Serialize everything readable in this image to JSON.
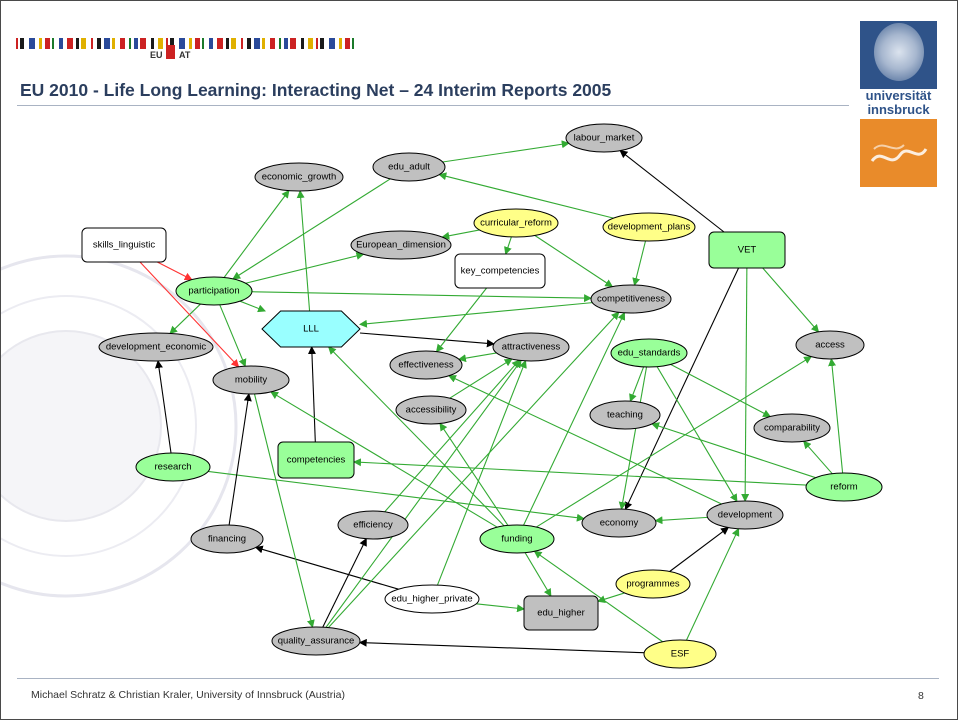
{
  "header": {
    "eu_label": "EU",
    "at_label": "AT",
    "title": "EU 2010 - Life Long Learning: Interacting Net – 24 Interim Reports 2005",
    "logo_text_line1": "universität",
    "logo_text_line2": "innsbruck"
  },
  "footer": {
    "author": "Michael Schratz & Christian Kraler, University of Innsbruck (Austria)",
    "page": "8"
  },
  "colors": {
    "gray_node": "#c0c0c0",
    "green_node": "#99ff99",
    "yellow_node": "#ffff88",
    "white_node": "#ffffff",
    "cyan_node": "#99ffff",
    "green_edge": "#33aa33",
    "black_edge": "#000000",
    "red_edge": "#ff3333",
    "title_color": "#2b3e5e"
  },
  "nodes": [
    {
      "id": "labour_market",
      "label": "labour_market",
      "color": "gray",
      "shape": "ellipse"
    },
    {
      "id": "economic_growth",
      "label": "economic_growth",
      "color": "gray",
      "shape": "ellipse"
    },
    {
      "id": "edu_adult",
      "label": "edu_adult",
      "color": "gray",
      "shape": "ellipse"
    },
    {
      "id": "curricular_reform",
      "label": "curricular_reform",
      "color": "yellow",
      "shape": "ellipse"
    },
    {
      "id": "development_plans",
      "label": "development_plans",
      "color": "yellow",
      "shape": "ellipse"
    },
    {
      "id": "skills_linguistic",
      "label": "skills_linguistic",
      "color": "white",
      "shape": "box"
    },
    {
      "id": "European_dimension",
      "label": "European_dimension",
      "color": "gray",
      "shape": "ellipse"
    },
    {
      "id": "key_competencies",
      "label": "key_competencies",
      "color": "white",
      "shape": "box"
    },
    {
      "id": "VET",
      "label": "VET",
      "color": "green",
      "shape": "box"
    },
    {
      "id": "participation",
      "label": "participation",
      "color": "green",
      "shape": "ellipse"
    },
    {
      "id": "competitiveness",
      "label": "competitiveness",
      "color": "gray",
      "shape": "ellipse"
    },
    {
      "id": "LLL",
      "label": "LLL",
      "color": "cyan",
      "shape": "hexagon"
    },
    {
      "id": "development_economic",
      "label": "development_economic",
      "color": "gray",
      "shape": "ellipse"
    },
    {
      "id": "attractiveness",
      "label": "attractiveness",
      "color": "gray",
      "shape": "ellipse"
    },
    {
      "id": "edu_standards",
      "label": "edu_standards",
      "color": "green",
      "shape": "ellipse"
    },
    {
      "id": "access",
      "label": "access",
      "color": "gray",
      "shape": "ellipse"
    },
    {
      "id": "effectiveness",
      "label": "effectiveness",
      "color": "gray",
      "shape": "ellipse"
    },
    {
      "id": "mobility",
      "label": "mobility",
      "color": "gray",
      "shape": "ellipse"
    },
    {
      "id": "accessibility",
      "label": "accessibility",
      "color": "gray",
      "shape": "ellipse"
    },
    {
      "id": "teaching",
      "label": "teaching",
      "color": "gray",
      "shape": "ellipse"
    },
    {
      "id": "comparability",
      "label": "comparability",
      "color": "gray",
      "shape": "ellipse"
    },
    {
      "id": "research",
      "label": "research",
      "color": "green",
      "shape": "ellipse"
    },
    {
      "id": "competencies",
      "label": "competencies",
      "color": "green",
      "shape": "box"
    },
    {
      "id": "reform",
      "label": "reform",
      "color": "green",
      "shape": "ellipse"
    },
    {
      "id": "development",
      "label": "development",
      "color": "gray",
      "shape": "ellipse"
    },
    {
      "id": "financing",
      "label": "financing",
      "color": "gray",
      "shape": "ellipse"
    },
    {
      "id": "efficiency",
      "label": "efficiency",
      "color": "gray",
      "shape": "ellipse"
    },
    {
      "id": "funding",
      "label": "funding",
      "color": "green",
      "shape": "ellipse"
    },
    {
      "id": "economy",
      "label": "economy",
      "color": "gray",
      "shape": "ellipse"
    },
    {
      "id": "programmes",
      "label": "programmes",
      "color": "yellow",
      "shape": "ellipse"
    },
    {
      "id": "edu_higher_private",
      "label": "edu_higher_private",
      "color": "white",
      "shape": "ellipse"
    },
    {
      "id": "edu_higher",
      "label": "edu_higher",
      "color": "gray",
      "shape": "box"
    },
    {
      "id": "quality_assurance",
      "label": "quality_assurance",
      "color": "gray",
      "shape": "ellipse"
    },
    {
      "id": "ESF",
      "label": "ESF",
      "color": "yellow",
      "shape": "ellipse"
    }
  ],
  "edges": [
    {
      "from": "edu_adult",
      "to": "labour_market",
      "color": "green"
    },
    {
      "from": "VET",
      "to": "labour_market",
      "color": "black"
    },
    {
      "from": "VET",
      "to": "economy",
      "color": "black"
    },
    {
      "from": "VET",
      "to": "access",
      "color": "green"
    },
    {
      "from": "VET",
      "to": "development",
      "color": "green"
    },
    {
      "from": "development_plans",
      "to": "edu_adult",
      "color": "green"
    },
    {
      "from": "development_plans",
      "to": "competitiveness",
      "color": "green"
    },
    {
      "from": "curricular_reform",
      "to": "European_dimension",
      "color": "green"
    },
    {
      "from": "curricular_reform",
      "to": "key_competencies",
      "color": "green"
    },
    {
      "from": "curricular_reform",
      "to": "competitiveness",
      "color": "green"
    },
    {
      "from": "edu_adult",
      "to": "participation",
      "color": "green"
    },
    {
      "from": "participation",
      "to": "economic_growth",
      "color": "green"
    },
    {
      "from": "participation",
      "to": "European_dimension",
      "color": "green"
    },
    {
      "from": "participation",
      "to": "competitiveness",
      "color": "green"
    },
    {
      "from": "participation",
      "to": "LLL",
      "color": "green"
    },
    {
      "from": "participation",
      "to": "development_economic",
      "color": "green"
    },
    {
      "from": "participation",
      "to": "mobility",
      "color": "green"
    },
    {
      "from": "skills_linguistic",
      "to": "participation",
      "color": "red"
    },
    {
      "from": "skills_linguistic",
      "to": "mobility",
      "color": "red"
    },
    {
      "from": "LLL",
      "to": "economic_growth",
      "color": "green"
    },
    {
      "from": "LLL",
      "to": "attractiveness",
      "color": "black"
    },
    {
      "from": "competitiveness",
      "to": "LLL",
      "color": "green"
    },
    {
      "from": "key_competencies",
      "to": "effectiveness",
      "color": "green"
    },
    {
      "from": "attractiveness",
      "to": "effectiveness",
      "color": "green"
    },
    {
      "from": "research",
      "to": "development_economic",
      "color": "black"
    },
    {
      "from": "research",
      "to": "economy",
      "color": "green"
    },
    {
      "from": "competencies",
      "to": "LLL",
      "color": "black"
    },
    {
      "from": "edu_standards",
      "to": "teaching",
      "color": "green"
    },
    {
      "from": "edu_standards",
      "to": "comparability",
      "color": "green"
    },
    {
      "from": "edu_standards",
      "to": "development",
      "color": "green"
    },
    {
      "from": "edu_standards",
      "to": "economy",
      "color": "green"
    },
    {
      "from": "reform",
      "to": "access",
      "color": "green"
    },
    {
      "from": "reform",
      "to": "comparability",
      "color": "green"
    },
    {
      "from": "reform",
      "to": "competencies",
      "color": "green"
    },
    {
      "from": "reform",
      "to": "teaching",
      "color": "green"
    },
    {
      "from": "development",
      "to": "economy",
      "color": "green"
    },
    {
      "from": "development",
      "to": "effectiveness",
      "color": "green"
    },
    {
      "from": "financing",
      "to": "mobility",
      "color": "black"
    },
    {
      "from": "funding",
      "to": "LLL",
      "color": "green"
    },
    {
      "from": "funding",
      "to": "mobility",
      "color": "green"
    },
    {
      "from": "funding",
      "to": "accessibility",
      "color": "green"
    },
    {
      "from": "funding",
      "to": "competitiveness",
      "color": "green"
    },
    {
      "from": "funding",
      "to": "access",
      "color": "green"
    },
    {
      "from": "funding",
      "to": "edu_higher",
      "color": "green"
    },
    {
      "from": "edu_higher_private",
      "to": "financing",
      "color": "black"
    },
    {
      "from": "edu_higher_private",
      "to": "edu_higher",
      "color": "green"
    },
    {
      "from": "edu_higher_private",
      "to": "attractiveness",
      "color": "green"
    },
    {
      "from": "programmes",
      "to": "development",
      "color": "black"
    },
    {
      "from": "programmes",
      "to": "edu_higher",
      "color": "green"
    },
    {
      "from": "ESF",
      "to": "quality_assurance",
      "color": "black"
    },
    {
      "from": "ESF",
      "to": "funding",
      "color": "green"
    },
    {
      "from": "ESF",
      "to": "development",
      "color": "green"
    },
    {
      "from": "quality_assurance",
      "to": "efficiency",
      "color": "black"
    },
    {
      "from": "quality_assurance",
      "to": "attractiveness",
      "color": "green"
    },
    {
      "from": "quality_assurance",
      "to": "competitiveness",
      "color": "green"
    },
    {
      "from": "mobility",
      "to": "quality_assurance",
      "color": "green"
    },
    {
      "from": "accessibility",
      "to": "attractiveness",
      "color": "green"
    },
    {
      "from": "efficiency",
      "to": "attractiveness",
      "color": "green"
    }
  ]
}
